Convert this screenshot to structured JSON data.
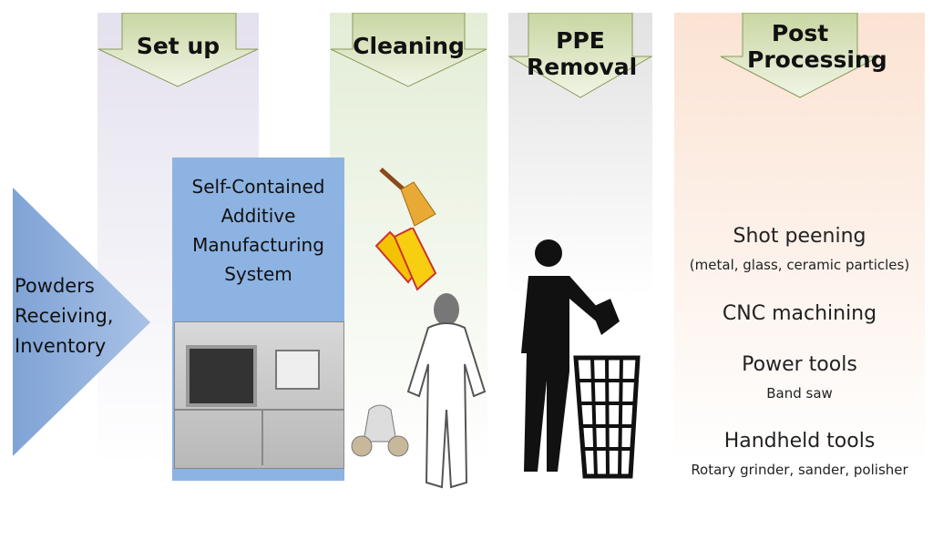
{
  "inputs": {
    "label": "Powders Receiving, Inventory"
  },
  "stages": [
    {
      "title": "Set up",
      "color": "#e4e1ee"
    },
    {
      "title": "Cleaning",
      "color": "#e3edd6"
    },
    {
      "title": "PPE Removal",
      "color": "#e2e2e2"
    },
    {
      "title": "Post Processing",
      "color": "#fbe3d3"
    }
  ],
  "setup": {
    "system_label": "Self-Contained Additive Manufacturing System"
  },
  "post_processing": [
    {
      "name": "Shot peening",
      "detail": "(metal, glass, ceramic particles)"
    },
    {
      "name": "CNC machining",
      "detail": ""
    },
    {
      "name": "Power tools",
      "detail": "Band saw"
    },
    {
      "name": "Handheld tools",
      "detail": "Rotary grinder, sander, polisher"
    }
  ],
  "colors": {
    "arrow_fill": "#dfe9c6",
    "arrow_stroke": "#8a9a5b",
    "input_arrow": "#8eaedb",
    "system_box": "#8db3e2"
  }
}
